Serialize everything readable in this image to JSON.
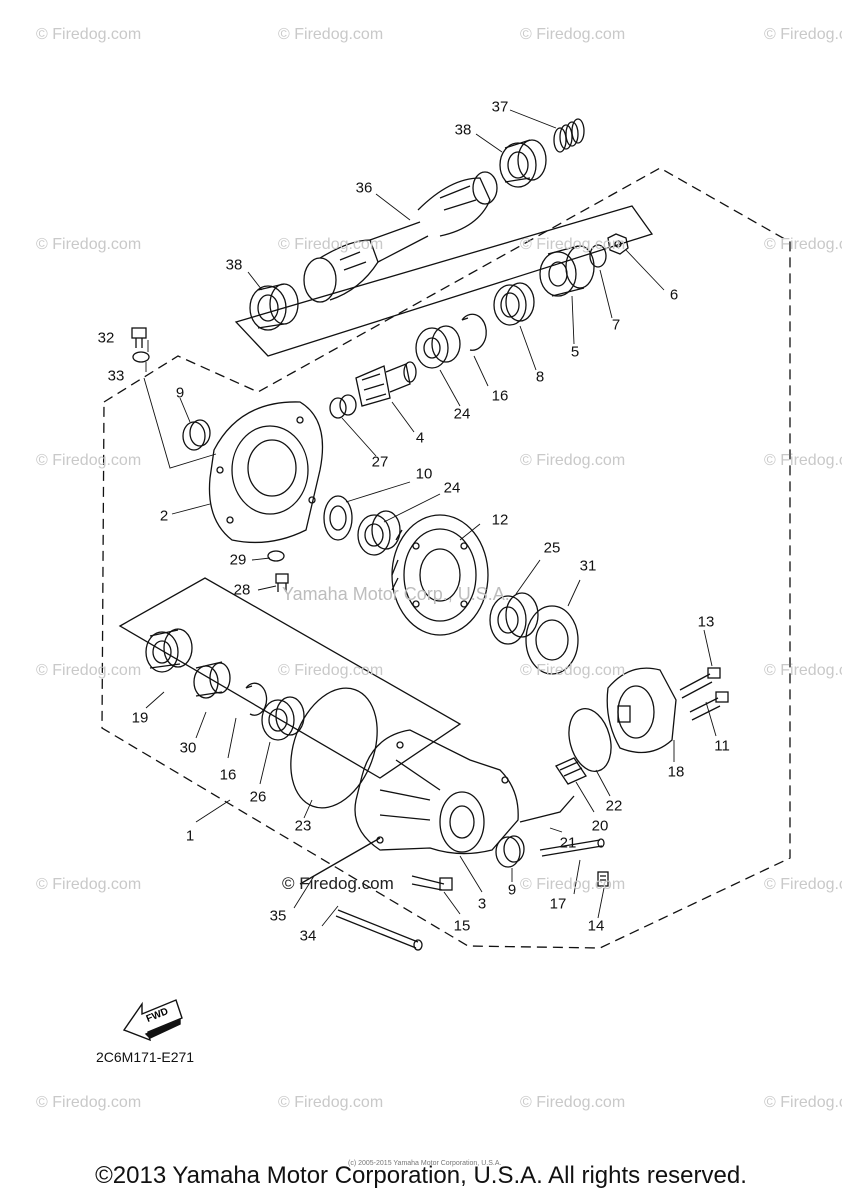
{
  "watermark_text": "© Firedog.com",
  "center_watermark": "Yamaha Motor Corp., U.S.A.",
  "mid_watermark": "© Firedog.com",
  "part_labels": [
    "37",
    "38",
    "36",
    "38",
    "6",
    "7",
    "5",
    "8",
    "16",
    "24",
    "4",
    "32",
    "33",
    "9",
    "27",
    "10",
    "24",
    "12",
    "2",
    "25",
    "31",
    "29",
    "28",
    "13",
    "19",
    "30",
    "16",
    "26",
    "11",
    "18",
    "22",
    "20",
    "23",
    "21",
    "1",
    "9",
    "35",
    "17",
    "15",
    "3",
    "14",
    "34"
  ],
  "diagram_code": "2C6M171-E271",
  "fwd_label": "FWD",
  "fine_print": "(c) 2005-2015 Yamaha Motor Corporation, U.S.A.",
  "copyright": "©2013 Yamaha Motor Corporation, U.S.A. All rights reserved.",
  "colors": {
    "line": "#111111",
    "watermark": "#c9c9c9"
  }
}
